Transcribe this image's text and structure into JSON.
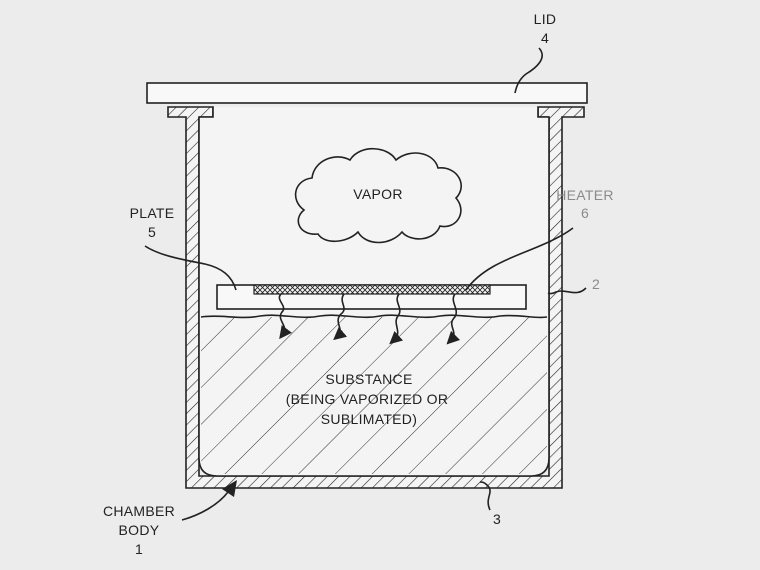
{
  "labels": {
    "lid_name": "LID",
    "lid_ref": "4",
    "heater_name": "HEATER",
    "heater_ref": "6",
    "plate_name": "PLATE",
    "plate_ref": "5",
    "wall_ref": "2",
    "bottom_ref": "3",
    "vapor": "VAPOR",
    "substance_line1": "SUBSTANCE",
    "substance_line2": "(BEING VAPORIZED OR",
    "substance_line3": "SUBLIMATED)",
    "chamber_line1": "CHAMBER",
    "chamber_line2": "BODY",
    "chamber_ref": "1"
  },
  "colors": {
    "background": "#ececec",
    "ink": "#222222",
    "faint_ink": "#8a8a8a",
    "interior": "#f4f4f4"
  }
}
